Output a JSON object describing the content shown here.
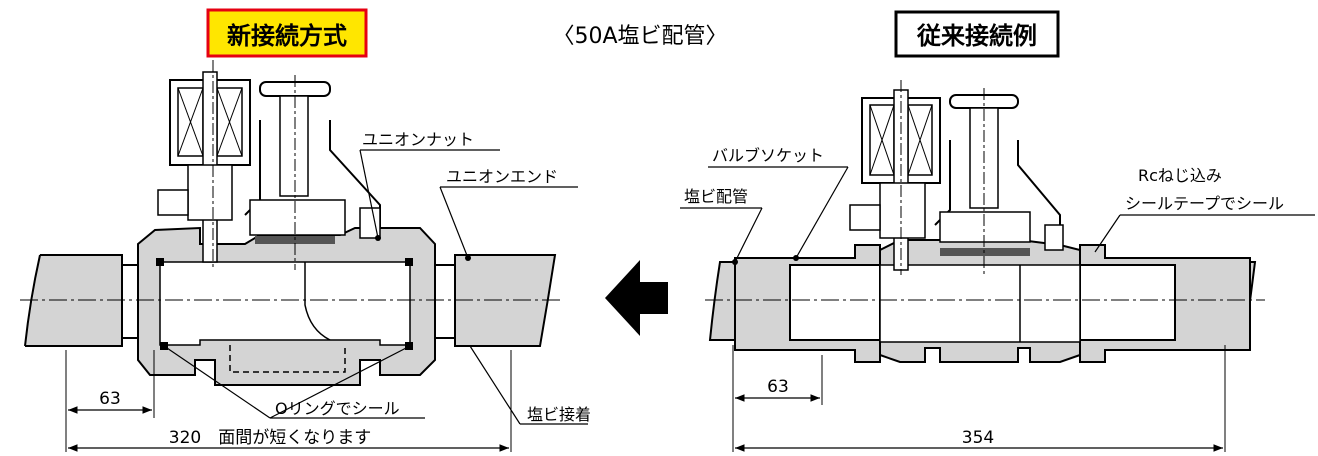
{
  "title_new": "新接続方式",
  "subtitle": "〈50A塩ビ配管〉",
  "title_old": "従来接続例",
  "colors": {
    "badge_new_fill": "#ffe600",
    "badge_new_border": "#e60012",
    "pipe_fill": "#d4d4d4",
    "line": "#000000"
  },
  "left": {
    "labels": {
      "union_nut": "ユニオンナット",
      "union_end": "ユニオンエンド",
      "oring": "Oリングでシール",
      "pvc_bond": "塩ビ接着",
      "dim_small": "63",
      "dim_total": "320　面間が短くなります"
    }
  },
  "right": {
    "labels": {
      "valve_socket": "バルブソケット",
      "pvc_pipe": "塩ビ配管",
      "rc_thread": "Rcねじ込み",
      "seal_tape": "シールテープでシール",
      "dim_small": "63",
      "dim_total": "354"
    }
  },
  "arrow": {
    "direction": "left"
  }
}
